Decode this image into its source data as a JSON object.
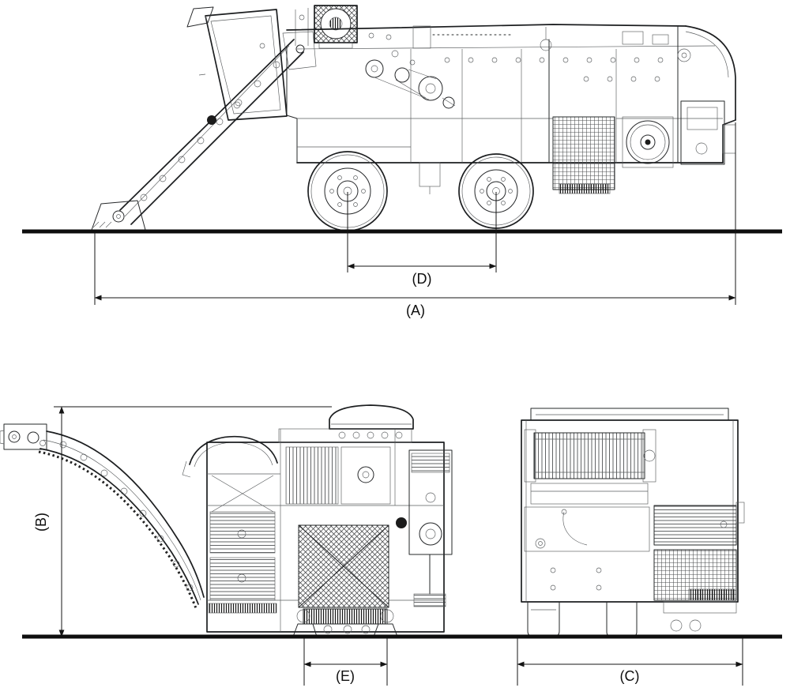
{
  "diagram": {
    "kind": "technical-dimensional-drawing",
    "subject": "harvester-machine-three-views",
    "colors": {
      "background": "#ffffff",
      "line": "#26282a",
      "ground": "#0e0e0e",
      "label": "#0e0e0e"
    }
  },
  "dimensions": {
    "A": "(A)",
    "B": "(B)",
    "C": "(C)",
    "D": "(D)",
    "E": "(E)"
  }
}
